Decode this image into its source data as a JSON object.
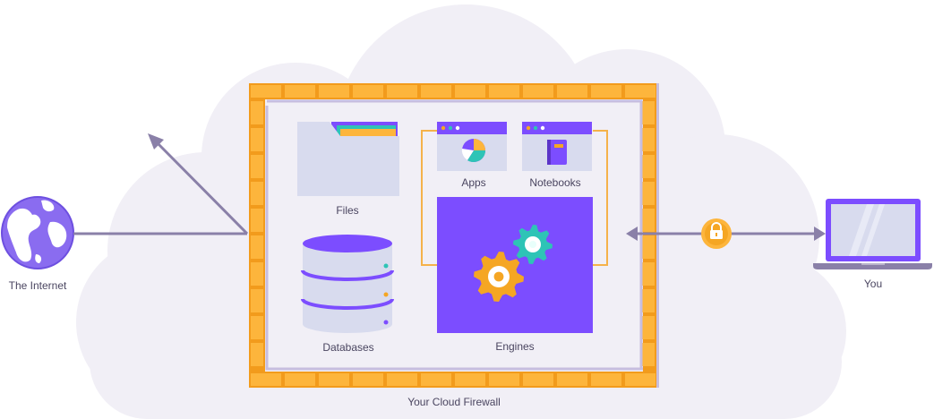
{
  "labels": {
    "internet": "The Internet",
    "files": "Files",
    "databases": "Databases",
    "apps": "Apps",
    "notebooks": "Notebooks",
    "engines": "Engines",
    "you": "You",
    "firewall": "Your Cloud Firewall"
  },
  "colors": {
    "cloud": "#f1eff6",
    "brick": "#fdb53c",
    "brick_mortar": "#f29b1c",
    "wall_inner": "#c7bedf",
    "arrow": "#8a80a8",
    "purple": "#7c4dff",
    "purple_dark": "#5b34c8",
    "panel": "#d8dbee",
    "orange_line": "#f5b24a",
    "teal": "#2ec4b6",
    "gear_orange": "#f5a623"
  },
  "icons": {
    "internet": "globe-icon",
    "files": "folder-icon",
    "databases": "database-icon",
    "apps": "pie-chart-icon",
    "notebooks": "notebook-icon",
    "engines": "gears-icon",
    "lock": "lock-icon",
    "you": "laptop-icon"
  }
}
